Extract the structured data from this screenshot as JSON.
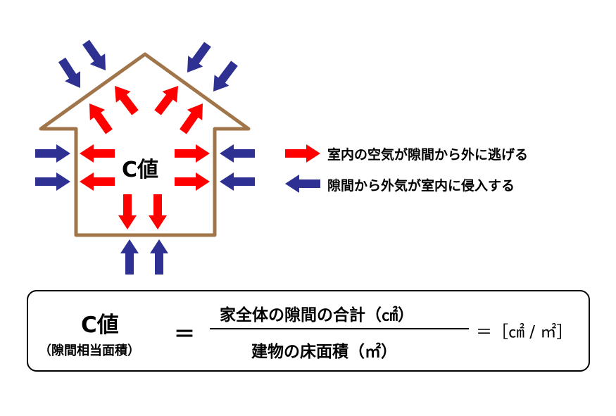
{
  "colors": {
    "house": "#a0754a",
    "leak_out": "#ff0000",
    "leak_in": "#2e3192"
  },
  "house_label": "C値",
  "legend": [
    {
      "icon": "red-arrow-right-icon",
      "text": "室内の空気が隙間から外に逃げる"
    },
    {
      "icon": "blue-arrow-left-icon",
      "text": "隙間から外気が室内に侵入する"
    }
  ],
  "formula": {
    "lhs_title": "C値",
    "lhs_subtitle": "（隙間相当面積）",
    "equals": "＝",
    "numerator": "家全体の隙間の合計（㎠）",
    "denominator": "建物の床面積（㎡）",
    "result": "＝［㎠ / ㎡］"
  }
}
